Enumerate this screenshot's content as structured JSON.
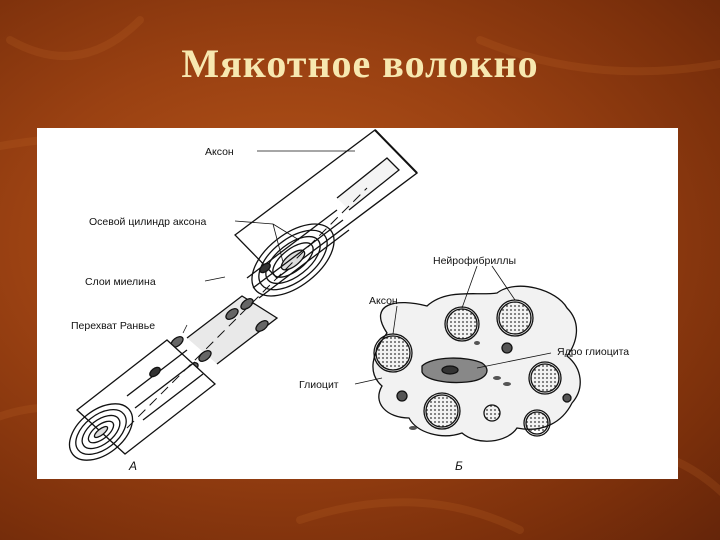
{
  "slide": {
    "title": "Мякотное  волокно"
  },
  "figure": {
    "panel_a": {
      "letter": "А",
      "labels": {
        "axon": "Аксон",
        "axial_cylinder": "Осевой цилиндр аксона",
        "myelin_layers": "Слои миелина",
        "node_of_ranvier": "Перехват Ранвье"
      }
    },
    "panel_b": {
      "letter": "Б",
      "labels": {
        "neurofibrils": "Нейрофибриллы",
        "axon": "Аксон",
        "glial_nucleus": "Ядро глиоцита",
        "gliocyte": "Глиоцит"
      }
    }
  },
  "colors": {
    "background": "#9a4112",
    "title": "#f7e8b0",
    "figure_bg": "#ffffff",
    "ink": "#111111"
  }
}
